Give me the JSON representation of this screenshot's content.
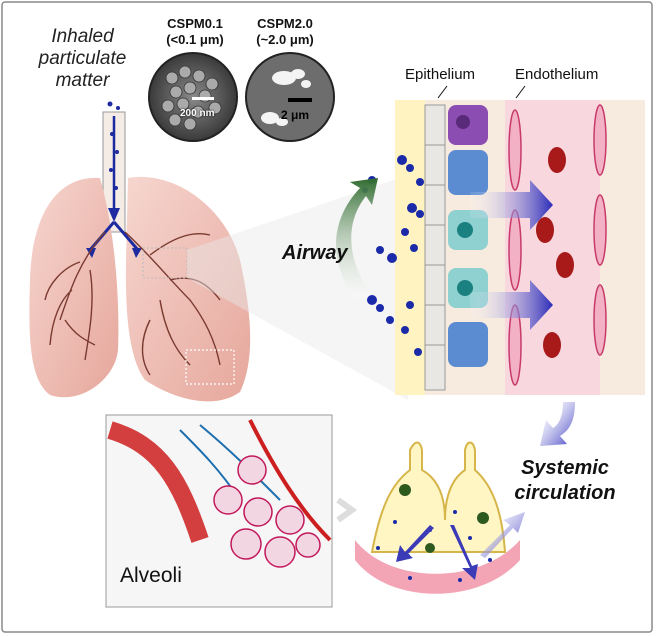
{
  "labels": {
    "inhaled": "Inhaled particulate matter",
    "cspm01_name": "CSPM0.1",
    "cspm01_size": "(<0.1 μm)",
    "cspm20_name": "CSPM2.0",
    "cspm20_size": "(~2.0 μm)",
    "scale_200nm": "200 nm",
    "scale_2um": "2 μm",
    "epithelium": "Epithelium",
    "endothelium": "Endothelium",
    "airway": "Airway",
    "systemic_line1": "Systemic",
    "systemic_line2": "circulation",
    "alveoli": "Alveoli"
  },
  "colors": {
    "particle": "#1a2aa8",
    "flow_arrow": "#2a2ab8",
    "airway_arrow": "#2f6b2f",
    "red_blood_cell": "#a81a1a",
    "endothelium": "#f8d7de"
  },
  "icons": {
    "airway_arrow": "curved-up-arrow",
    "translocation_arrows": "right-arrow",
    "systemic_arrow": "curved-down-arrow"
  }
}
